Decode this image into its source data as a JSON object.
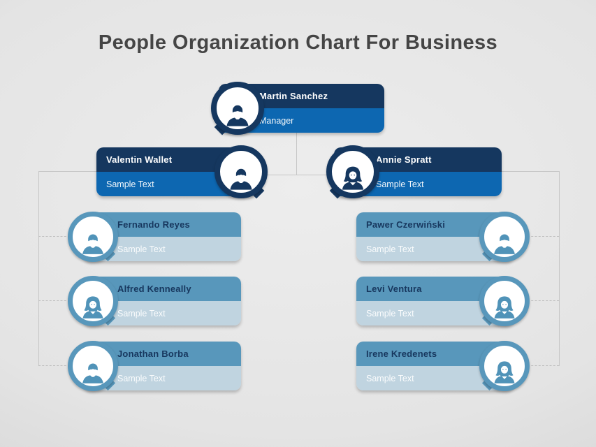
{
  "slide": {
    "title": "People Organization Chart For Business"
  },
  "org": {
    "root": {
      "name": "Martin Sanchez",
      "role": "Manager",
      "gender": "male"
    },
    "managers": [
      {
        "name": "Valentin Wallet",
        "role": "Sample Text",
        "gender": "male"
      },
      {
        "name": "Annie Spratt",
        "role": "Sample Text",
        "gender": "female"
      }
    ],
    "left_reports": [
      {
        "name": "Fernando Reyes",
        "role": "Sample Text",
        "gender": "male"
      },
      {
        "name": "Alfred Kenneally",
        "role": "Sample Text",
        "gender": "female"
      },
      {
        "name": "Jonathan Borba",
        "role": "Sample Text",
        "gender": "male"
      }
    ],
    "right_reports": [
      {
        "name": "Pawer Czerwiński",
        "role": "Sample Text",
        "gender": "male"
      },
      {
        "name": "Levi Ventura",
        "role": "Sample Text",
        "gender": "female"
      },
      {
        "name": "Irene Kredenets",
        "role": "Sample Text",
        "gender": "female"
      }
    ]
  },
  "icons": {
    "male": "male-person-icon",
    "female": "female-person-icon"
  },
  "colors": {
    "navy": "#15375F",
    "blue": "#0D67B1",
    "steel_blue": "#5897BB",
    "light_blue": "#C0D4E0",
    "title_text": "#454545",
    "connector": "#C6C6C6"
  }
}
